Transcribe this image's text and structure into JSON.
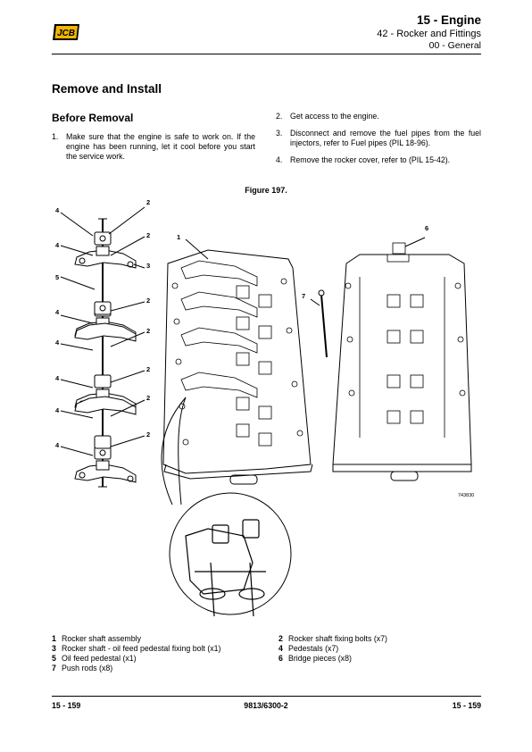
{
  "header": {
    "logo_text": "JCB",
    "title": "15 - Engine",
    "subtitle": "42 - Rocker and Fittings",
    "subsubtitle": "00 - General"
  },
  "section_title": "Remove and Install",
  "subsection_title": "Before Removal",
  "steps_left": [
    {
      "num": "1.",
      "text": "Make sure that the engine is safe to work on. If the engine has been running, let it cool before you start the service work."
    }
  ],
  "steps_right": [
    {
      "num": "2.",
      "text": "Get access to the engine."
    },
    {
      "num": "3.",
      "text": "Disconnect and remove the fuel pipes from the fuel injectors, refer to Fuel pipes (PIL 18-96)."
    },
    {
      "num": "4.",
      "text": "Remove the rocker cover, refer to (PIL 15-42)."
    }
  ],
  "figure": {
    "caption": "Figure 197.",
    "code": "743830",
    "callouts": [
      "1",
      "2",
      "3",
      "4",
      "5",
      "6",
      "7"
    ]
  },
  "legend_left": [
    {
      "num": "1",
      "text": "Rocker shaft assembly"
    },
    {
      "num": "3",
      "text": "Rocker shaft - oil feed pedestal fixing bolt (x1)"
    },
    {
      "num": "5",
      "text": "Oil feed pedestal (x1)"
    },
    {
      "num": "7",
      "text": "Push rods (x8)"
    }
  ],
  "legend_right": [
    {
      "num": "2",
      "text": "Rocker shaft fixing bolts (x7)"
    },
    {
      "num": "4",
      "text": "Pedestals (x7)"
    },
    {
      "num": "6",
      "text": "Bridge pieces (x8)"
    }
  ],
  "footer": {
    "left": "15 - 159",
    "center": "9813/6300-2",
    "right": "15 - 159"
  }
}
